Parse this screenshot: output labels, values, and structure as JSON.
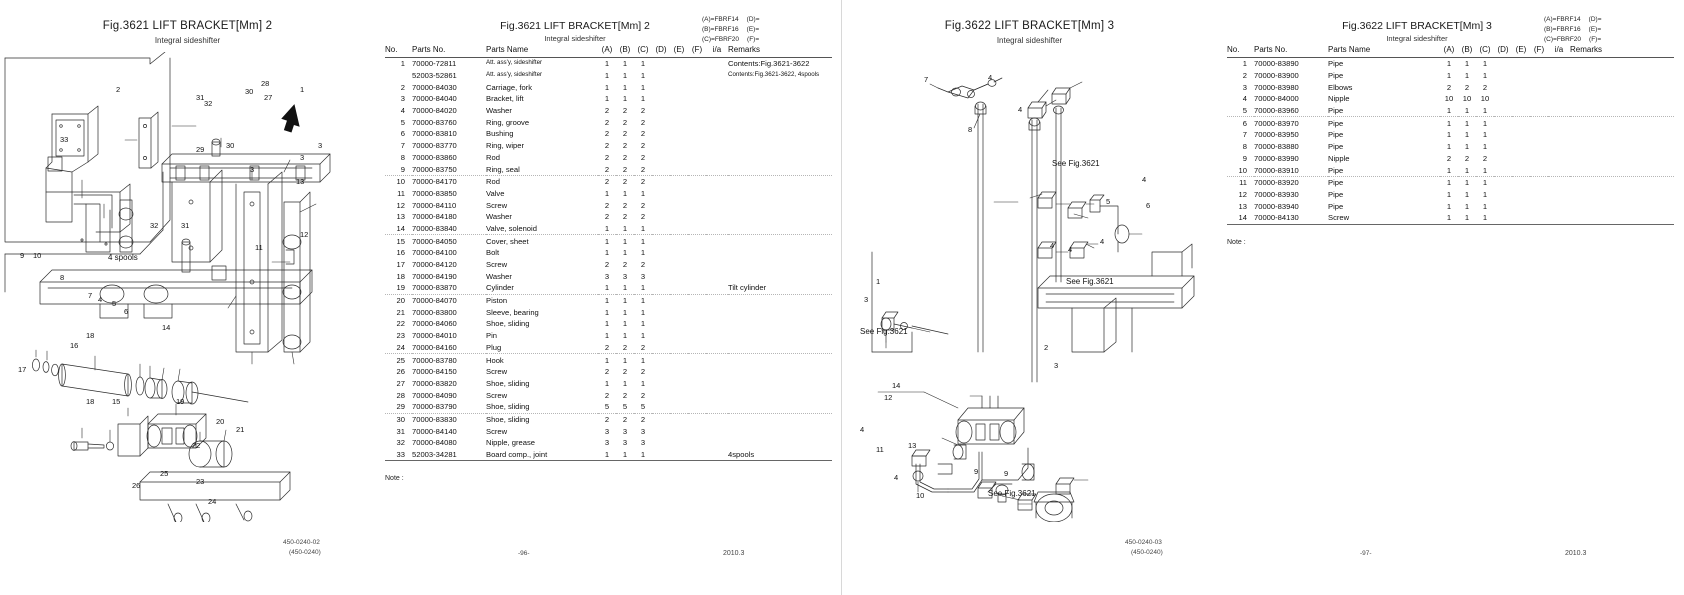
{
  "meta": {
    "columns": [
      "No.",
      "Parts No.",
      "Parts Name",
      "(A)",
      "(B)",
      "(C)",
      "(D)",
      "(E)",
      "(F)",
      "i/a",
      "Remarks"
    ],
    "note_label": "Note :",
    "code_lines": [
      {
        "left": "(A)=FBRF14",
        "right": "(D)="
      },
      {
        "left": "(B)=FBRF16",
        "right": "(E)="
      },
      {
        "left": "(C)=FBRF20",
        "right": "(F)="
      }
    ]
  },
  "left_page": {
    "figure": {
      "title": "Fig.3621  LIFT BRACKET[Mm] 2",
      "subtitle": "Integral sideshifter",
      "annotation_4spools": "4 spools",
      "callouts": [
        "1",
        "2",
        "3",
        "3",
        "3",
        "4",
        "4",
        "5",
        "6",
        "7",
        "8",
        "9",
        "10",
        "11",
        "12",
        "13",
        "14",
        "15",
        "16",
        "17",
        "18",
        "18",
        "19",
        "20",
        "21",
        "22",
        "23",
        "24",
        "25",
        "26",
        "27",
        "28",
        "29",
        "30",
        "30",
        "31",
        "31",
        "32",
        "32",
        "33"
      ]
    },
    "table": {
      "title": "Fig.3621  LIFT BRACKET[Mm] 2",
      "subtitle": "Integral sideshifter",
      "rows": [
        {
          "no": "1",
          "pn": "70000-72811",
          "name": "Att. ass'y, sideshifter",
          "small": true,
          "a": "1",
          "b": "1",
          "c": "1",
          "ia": "",
          "rm": "Contents:Fig.3621-3622",
          "rm_small": false
        },
        {
          "no": "",
          "pn": "52003-52861",
          "name": "Att. ass'y, sideshifter",
          "small": true,
          "a": "1",
          "b": "1",
          "c": "1",
          "ia": "",
          "rm": "Contents:Fig.3621-3622, 4spools",
          "rm_small": true
        },
        {
          "no": "2",
          "pn": "70000-84030",
          "name": "Carriage, fork",
          "a": "1",
          "b": "1",
          "c": "1",
          "ia": "",
          "rm": ""
        },
        {
          "no": "3",
          "pn": "70000-84040",
          "name": "Bracket, lift",
          "a": "1",
          "b": "1",
          "c": "1",
          "ia": "",
          "rm": ""
        },
        {
          "no": "4",
          "pn": "70000-84020",
          "name": "Washer",
          "a": "2",
          "b": "2",
          "c": "2",
          "ia": "",
          "rm": ""
        },
        {
          "no": "5",
          "pn": "70000-83760",
          "name": "Ring, groove",
          "a": "2",
          "b": "2",
          "c": "2",
          "ia": "",
          "rm": ""
        },
        {
          "no": "6",
          "pn": "70000-83810",
          "name": "Bushing",
          "a": "2",
          "b": "2",
          "c": "2",
          "ia": "",
          "rm": ""
        },
        {
          "no": "7",
          "pn": "70000-83770",
          "name": "Ring, wiper",
          "a": "2",
          "b": "2",
          "c": "2",
          "ia": "",
          "rm": ""
        },
        {
          "no": "8",
          "pn": "70000-83860",
          "name": "Rod",
          "a": "2",
          "b": "2",
          "c": "2",
          "ia": "",
          "rm": ""
        },
        {
          "no": "9",
          "pn": "70000-83750",
          "name": "Ring, seal",
          "a": "2",
          "b": "2",
          "c": "2",
          "ia": "",
          "rm": "",
          "dash": true
        },
        {
          "no": "10",
          "pn": "70000-84170",
          "name": "Rod",
          "a": "2",
          "b": "2",
          "c": "2",
          "ia": "",
          "rm": ""
        },
        {
          "no": "11",
          "pn": "70000-83850",
          "name": "Valve",
          "a": "1",
          "b": "1",
          "c": "1",
          "ia": "",
          "rm": ""
        },
        {
          "no": "12",
          "pn": "70000-84110",
          "name": "Screw",
          "a": "2",
          "b": "2",
          "c": "2",
          "ia": "",
          "rm": ""
        },
        {
          "no": "13",
          "pn": "70000-84180",
          "name": "Washer",
          "a": "2",
          "b": "2",
          "c": "2",
          "ia": "",
          "rm": ""
        },
        {
          "no": "14",
          "pn": "70000-83840",
          "name": "Valve, solenoid",
          "a": "1",
          "b": "1",
          "c": "1",
          "ia": "",
          "rm": "",
          "dash": true
        },
        {
          "no": "15",
          "pn": "70000-84050",
          "name": "Cover, sheet",
          "a": "1",
          "b": "1",
          "c": "1",
          "ia": "",
          "rm": ""
        },
        {
          "no": "16",
          "pn": "70000-84100",
          "name": "Bolt",
          "a": "1",
          "b": "1",
          "c": "1",
          "ia": "",
          "rm": ""
        },
        {
          "no": "17",
          "pn": "70000-84120",
          "name": "Screw",
          "a": "2",
          "b": "2",
          "c": "2",
          "ia": "",
          "rm": ""
        },
        {
          "no": "18",
          "pn": "70000-84190",
          "name": "Washer",
          "a": "3",
          "b": "3",
          "c": "3",
          "ia": "",
          "rm": ""
        },
        {
          "no": "19",
          "pn": "70000-83870",
          "name": "Cylinder",
          "a": "1",
          "b": "1",
          "c": "1",
          "ia": "",
          "rm": "Tilt cylinder",
          "dash": true
        },
        {
          "no": "20",
          "pn": "70000-84070",
          "name": "Piston",
          "a": "1",
          "b": "1",
          "c": "1",
          "ia": "",
          "rm": ""
        },
        {
          "no": "21",
          "pn": "70000-83800",
          "name": "Sleeve, bearing",
          "a": "1",
          "b": "1",
          "c": "1",
          "ia": "",
          "rm": ""
        },
        {
          "no": "22",
          "pn": "70000-84060",
          "name": "Shoe, sliding",
          "a": "1",
          "b": "1",
          "c": "1",
          "ia": "",
          "rm": ""
        },
        {
          "no": "23",
          "pn": "70000-84010",
          "name": "Pin",
          "a": "1",
          "b": "1",
          "c": "1",
          "ia": "",
          "rm": ""
        },
        {
          "no": "24",
          "pn": "70000-84160",
          "name": "Plug",
          "a": "2",
          "b": "2",
          "c": "2",
          "ia": "",
          "rm": "",
          "dash": true
        },
        {
          "no": "25",
          "pn": "70000-83780",
          "name": "Hook",
          "a": "1",
          "b": "1",
          "c": "1",
          "ia": "",
          "rm": ""
        },
        {
          "no": "26",
          "pn": "70000-84150",
          "name": "Screw",
          "a": "2",
          "b": "2",
          "c": "2",
          "ia": "",
          "rm": ""
        },
        {
          "no": "27",
          "pn": "70000-83820",
          "name": "Shoe, sliding",
          "a": "1",
          "b": "1",
          "c": "1",
          "ia": "",
          "rm": ""
        },
        {
          "no": "28",
          "pn": "70000-84090",
          "name": "Screw",
          "a": "2",
          "b": "2",
          "c": "2",
          "ia": "",
          "rm": ""
        },
        {
          "no": "29",
          "pn": "70000-83790",
          "name": "Shoe, sliding",
          "a": "5",
          "b": "5",
          "c": "5",
          "ia": "",
          "rm": "",
          "dash": true
        },
        {
          "no": "30",
          "pn": "70000-83830",
          "name": "Shoe, sliding",
          "a": "2",
          "b": "2",
          "c": "2",
          "ia": "",
          "rm": ""
        },
        {
          "no": "31",
          "pn": "70000-84140",
          "name": "Screw",
          "a": "3",
          "b": "3",
          "c": "3",
          "ia": "",
          "rm": ""
        },
        {
          "no": "32",
          "pn": "70000-84080",
          "name": "Nipple, grease",
          "a": "3",
          "b": "3",
          "c": "3",
          "ia": "",
          "rm": ""
        },
        {
          "no": "33",
          "pn": "52003-34281",
          "name": "Board comp., joint",
          "a": "1",
          "b": "1",
          "c": "1",
          "ia": "",
          "rm": "4spools",
          "solidend": true
        }
      ]
    },
    "footer": {
      "drawing_code": "450-0240-02",
      "drawing_code_alt": "(450-0240)",
      "page_number": "-96-",
      "date": "2010.3"
    }
  },
  "right_page": {
    "figure": {
      "title": "Fig.3622  LIFT BRACKET[Mm] 3",
      "subtitle": "Integral sideshifter",
      "see_refs": [
        "See Fig.3621",
        "See Fig.3621",
        "See Fig.3621",
        "See Fig.3621"
      ],
      "callouts": [
        "1",
        "2",
        "3",
        "3",
        "4",
        "4",
        "4",
        "4",
        "4",
        "4",
        "4",
        "5",
        "6",
        "7",
        "8",
        "9",
        "9",
        "9",
        "10",
        "11",
        "12",
        "13",
        "14"
      ]
    },
    "table": {
      "title": "Fig.3622  LIFT BRACKET[Mm] 3",
      "subtitle": "Integral sideshifter",
      "rows": [
        {
          "no": "1",
          "pn": "70000-83890",
          "name": "Pipe",
          "a": "1",
          "b": "1",
          "c": "1",
          "ia": "",
          "rm": ""
        },
        {
          "no": "2",
          "pn": "70000-83900",
          "name": "Pipe",
          "a": "1",
          "b": "1",
          "c": "1",
          "ia": "",
          "rm": ""
        },
        {
          "no": "3",
          "pn": "70000-83980",
          "name": "Elbows",
          "a": "2",
          "b": "2",
          "c": "2",
          "ia": "",
          "rm": ""
        },
        {
          "no": "4",
          "pn": "70000-84000",
          "name": "Nipple",
          "a": "10",
          "b": "10",
          "c": "10",
          "ia": "",
          "rm": ""
        },
        {
          "no": "5",
          "pn": "70000-83960",
          "name": "Pipe",
          "a": "1",
          "b": "1",
          "c": "1",
          "ia": "",
          "rm": "",
          "dash": true
        },
        {
          "no": "6",
          "pn": "70000-83970",
          "name": "Pipe",
          "a": "1",
          "b": "1",
          "c": "1",
          "ia": "",
          "rm": ""
        },
        {
          "no": "7",
          "pn": "70000-83950",
          "name": "Pipe",
          "a": "1",
          "b": "1",
          "c": "1",
          "ia": "",
          "rm": ""
        },
        {
          "no": "8",
          "pn": "70000-83880",
          "name": "Pipe",
          "a": "1",
          "b": "1",
          "c": "1",
          "ia": "",
          "rm": ""
        },
        {
          "no": "9",
          "pn": "70000-83990",
          "name": "Nipple",
          "a": "2",
          "b": "2",
          "c": "2",
          "ia": "",
          "rm": ""
        },
        {
          "no": "10",
          "pn": "70000-83910",
          "name": "Pipe",
          "a": "1",
          "b": "1",
          "c": "1",
          "ia": "",
          "rm": "",
          "dash": true
        },
        {
          "no": "11",
          "pn": "70000-83920",
          "name": "Pipe",
          "a": "1",
          "b": "1",
          "c": "1",
          "ia": "",
          "rm": ""
        },
        {
          "no": "12",
          "pn": "70000-83930",
          "name": "Pipe",
          "a": "1",
          "b": "1",
          "c": "1",
          "ia": "",
          "rm": ""
        },
        {
          "no": "13",
          "pn": "70000-83940",
          "name": "Pipe",
          "a": "1",
          "b": "1",
          "c": "1",
          "ia": "",
          "rm": ""
        },
        {
          "no": "14",
          "pn": "70000-84130",
          "name": "Screw",
          "a": "1",
          "b": "1",
          "c": "1",
          "ia": "",
          "rm": "",
          "solidend": true
        }
      ]
    },
    "footer": {
      "drawing_code": "450-0240-03",
      "drawing_code_alt": "(450-0240)",
      "page_number": "-97-",
      "date": "2010.3"
    }
  }
}
